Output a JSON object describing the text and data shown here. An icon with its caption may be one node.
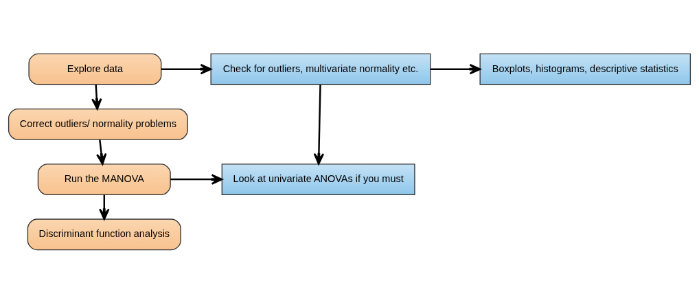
{
  "diagram": {
    "nodes": [
      {
        "text": [
          "Explore data"
        ]
      },
      {
        "text": [
          "Check for outliers, multivariate normality etc."
        ]
      },
      {
        "text": [
          "Boxplots, histograms, descriptive statistics"
        ]
      },
      {
        "text": [
          "Correct outliers/ normality problems"
        ]
      },
      {
        "text": [
          "Run the MANOVA"
        ]
      },
      {
        "text": [
          "Look at univariate ANOVAs if you must"
        ]
      },
      {
        "text": [
          "Discriminant function analysis"
        ]
      }
    ],
    "edges": [
      {
        "from": 0,
        "to": 1,
        "arrow": "to"
      },
      {
        "from": 1,
        "to": 2,
        "arrow": "to"
      },
      {
        "from": 0,
        "to": 3,
        "arrow": "to"
      },
      {
        "from": 1,
        "to": 5,
        "arrow": "to"
      },
      {
        "from": 3,
        "to": 4,
        "arrow": "to"
      },
      {
        "from": 4,
        "to": 5,
        "arrow": "to"
      },
      {
        "from": 4,
        "to": 6,
        "arrow": "to"
      }
    ]
  }
}
